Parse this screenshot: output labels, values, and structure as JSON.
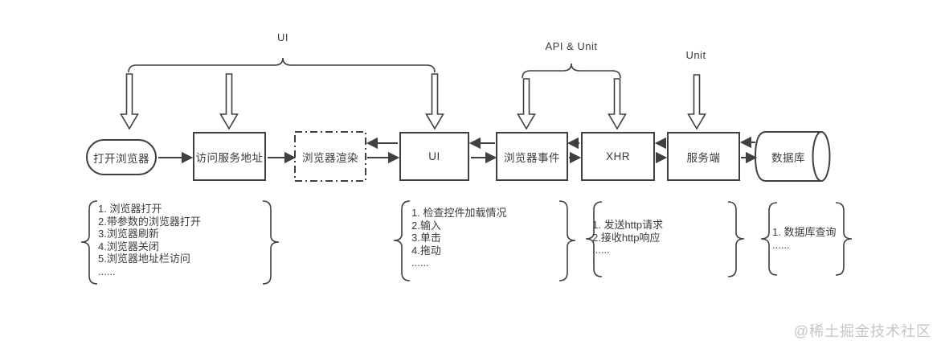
{
  "diagram": {
    "top_labels": {
      "ui": "UI",
      "api_unit": "API & Unit",
      "unit": "Unit"
    },
    "nodes": {
      "open_browser": "打开浏览器",
      "visit_address": "访问服务地址",
      "browser_render": "浏览器渲染",
      "ui": "UI",
      "browser_events": "浏览器事件",
      "xhr": "XHR",
      "server": "服务端",
      "database": "数据库"
    },
    "lists": {
      "browser_ops": {
        "items": [
          "1. 浏览器打开",
          "2.带参数的浏览器打开",
          "3.浏览器刷新",
          "4.浏览器关闭",
          "5.浏览器地址栏访问",
          "......"
        ]
      },
      "ui_ops": {
        "items": [
          "1. 检查控件加载情况",
          "2.输入",
          "3.单击",
          "4.拖动",
          "......"
        ]
      },
      "http_ops": {
        "items": [
          "1. 发送http请求",
          "2.接收http响应",
          "......"
        ]
      },
      "db_ops": {
        "items": [
          "1. 数据库查询",
          "......"
        ]
      }
    },
    "watermark": "@稀土掘金技术社区",
    "colors": {
      "line": "#404040",
      "text": "#3a3a3a",
      "watermark": "#c6c6c6",
      "background": "#ffffff"
    }
  }
}
